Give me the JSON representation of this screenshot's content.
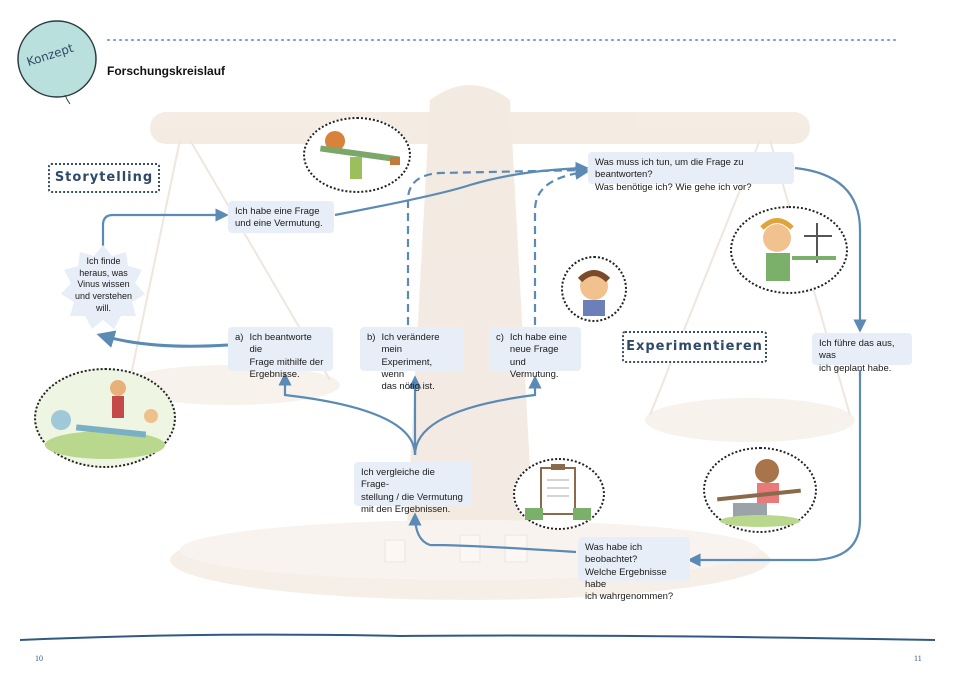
{
  "header": {
    "badge": "Konzept",
    "title": "Forschungskreislauf"
  },
  "labels": {
    "storytelling": "Storytelling",
    "experimentieren": "Experimentieren"
  },
  "starburst_text": [
    "Ich finde",
    "heraus, was",
    "Vinus wissen",
    "und verstehen",
    "will."
  ],
  "boxes": {
    "frage": [
      "Ich habe eine Frage",
      "und eine Vermutung."
    ],
    "was_tun": [
      "Was muss ich tun, um die Frage zu beantworten?",
      "Was benötige ich? Wie gehe ich vor?"
    ],
    "a_tag": "a)",
    "a_text": [
      "Ich beantworte die",
      "Frage mithilfe der",
      "Ergebnisse."
    ],
    "b_tag": "b)",
    "b_text": [
      "Ich verändere mein",
      "Experiment, wenn",
      "das nötig ist."
    ],
    "c_tag": "c)",
    "c_text": [
      "Ich habe eine",
      "neue Frage und",
      "Vermutung."
    ],
    "ausfuehren": [
      "Ich führe das aus, was",
      "ich geplant habe."
    ],
    "vergleiche": [
      "Ich vergleiche die Frage-",
      "stellung / die Vermutung",
      "mit den Ergebnissen."
    ],
    "beobachtet": [
      "Was habe ich beobachtet?",
      "Welche Ergebnisse habe",
      "ich wahrgenommen?"
    ]
  },
  "page_numbers": {
    "left": "10",
    "right": "11"
  },
  "colors": {
    "arrow": "#5b8ab5",
    "box_bg": "#e8eef7",
    "balloon": "#b9e0dc",
    "scale_bg": "#f1ebe4"
  }
}
